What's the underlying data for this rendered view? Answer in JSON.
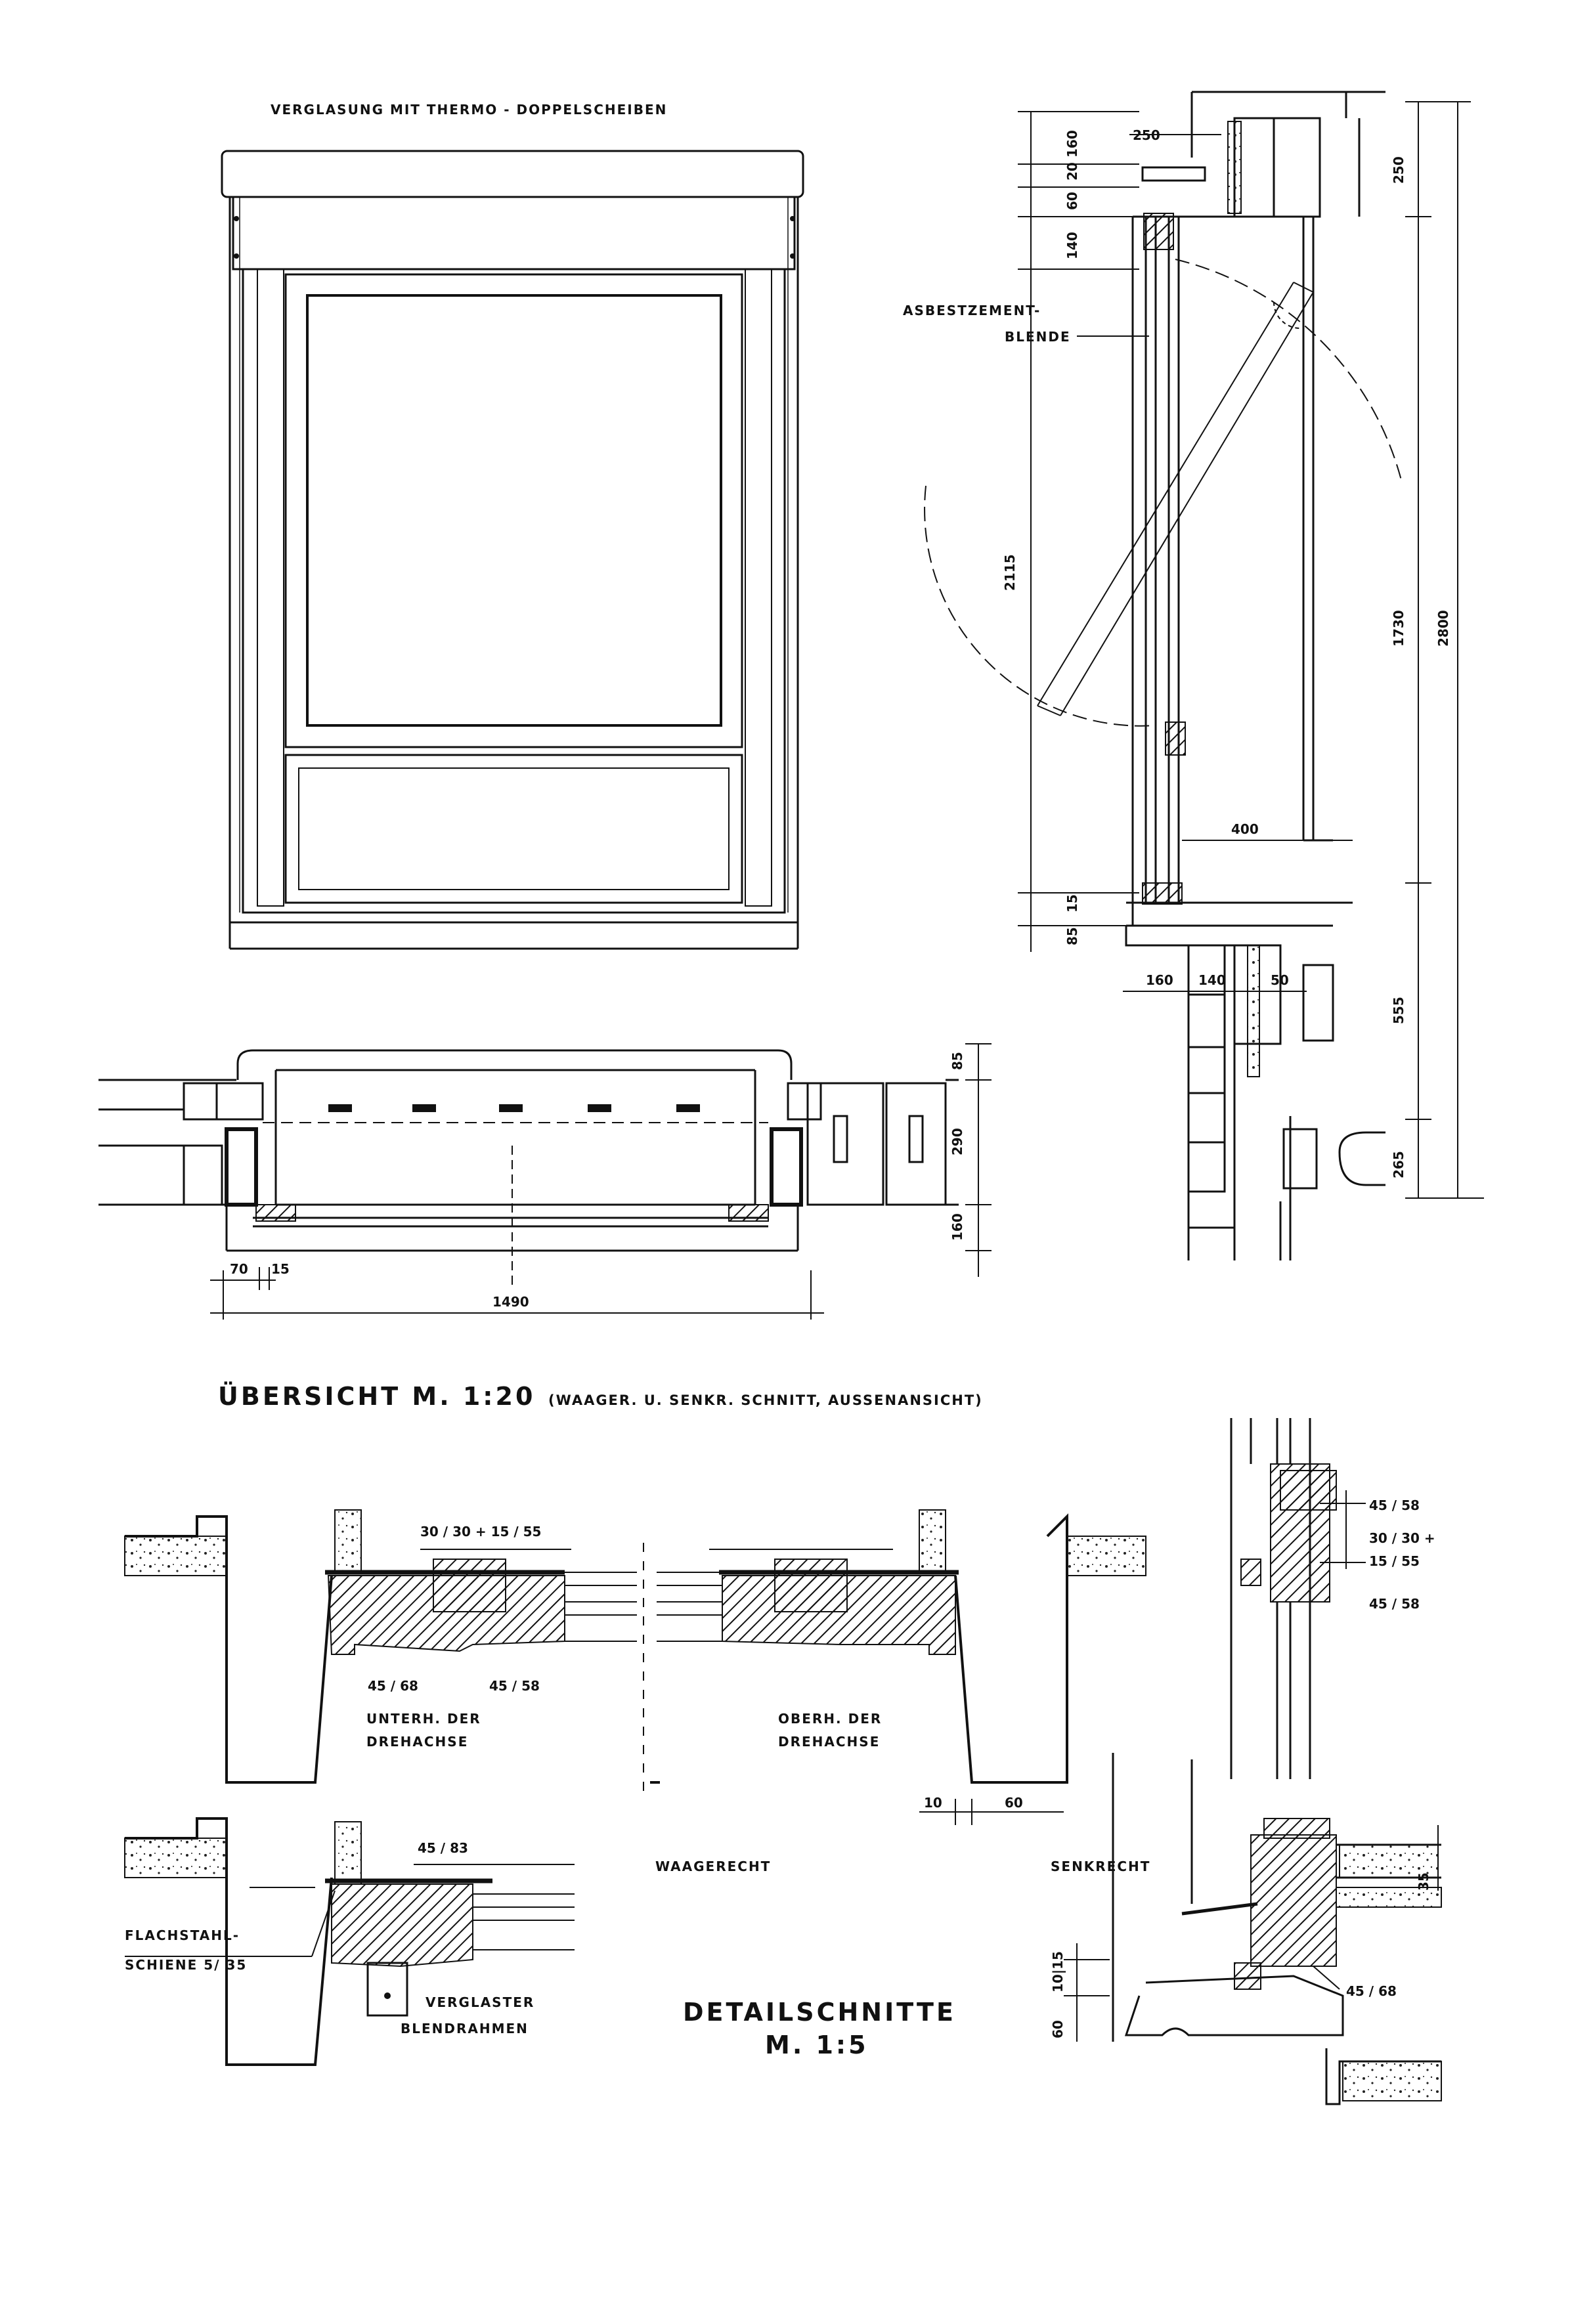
{
  "elevation": {
    "glazing_note": "VERGLASUNG MIT THERMO - DOPPELSCHEIBEN"
  },
  "vertical_section": {
    "asbestos_label_1": "ASBESTZEMENT-",
    "asbestos_label_2": "BLENDE",
    "dims": {
      "d250_top": "250",
      "d160": "160",
      "d20": "20",
      "d60": "60",
      "d140_top": "140",
      "d2115": "2115",
      "d85": "85",
      "d15": "15",
      "d400": "400",
      "d160_b": "160",
      "d140_b": "140",
      "d50": "50",
      "d250_right": "250",
      "d1730": "1730",
      "d2800": "2800",
      "d555": "555",
      "d265": "265"
    }
  },
  "horizontal_section": {
    "dims": {
      "d85": "85",
      "d290": "290",
      "d160": "160",
      "d70": "70",
      "d15": "15",
      "d1490": "1490"
    }
  },
  "overview": {
    "title": "ÜBERSICHT  M. 1:20",
    "subtitle": "(WAAGER. U. SENKR. SCHNITT, AUSSENANSICHT)"
  },
  "details": {
    "label_30_30_15_55": "30 / 30 + 15 / 55",
    "label_45_68_a": "45 / 68",
    "label_45_58_a": "45 / 58",
    "below_axis_1": "UNTERH. DER",
    "below_axis_2": "DREHACHSE",
    "above_axis_1": "OBERH. DER",
    "above_axis_2": "DREHACHSE",
    "dim_10": "10",
    "dim_60": "60",
    "label_45_83": "45 / 83",
    "horizontal_label": "WAAGERECHT",
    "flat_steel_1": "FLACHSTAHL-",
    "flat_steel_2": "SCHIENE 5/ 35",
    "glazed_frame_1": "VERGLASTER",
    "glazed_frame_2": "BLENDRAHMEN",
    "title_1": "DETAILSCHNITTE",
    "title_2": "M. 1:5",
    "r_45_58_top": "45 / 58",
    "r_30_30": "30 / 30 +",
    "r_15_55": "15 / 55",
    "r_45_58_bottom": "45 / 58",
    "vertical_label": "SENKRECHT",
    "r_35": "35",
    "r_10_15": "10|15",
    "r_60": "60",
    "r_45_68": "45 / 68"
  }
}
